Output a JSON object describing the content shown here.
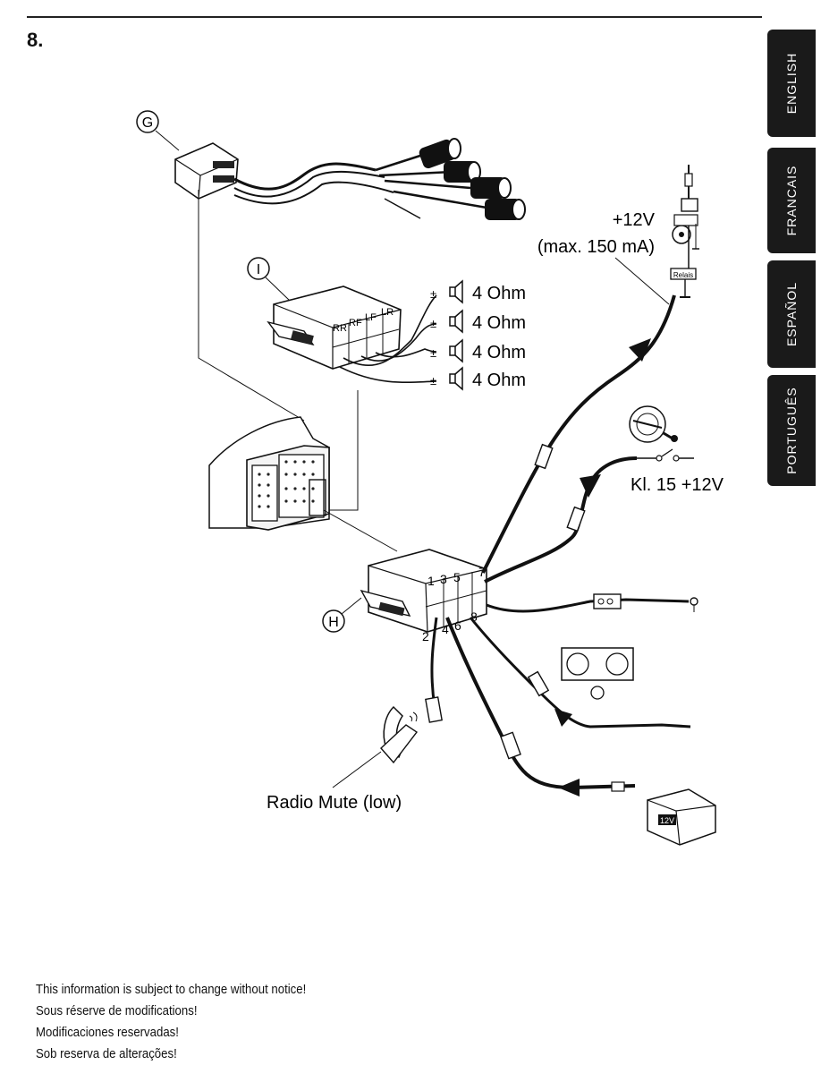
{
  "section_number": "8.",
  "language_tabs": [
    {
      "label": "ENGLISH"
    },
    {
      "label": "FRANCAIS"
    },
    {
      "label": "ESPAÑOL"
    },
    {
      "label": "PORTUGUÊS"
    }
  ],
  "diagram": {
    "callouts": {
      "g": "G",
      "i": "I",
      "h": "H"
    },
    "speaker_channels": [
      "RR",
      "RF",
      "LF",
      "LR"
    ],
    "speaker_impedance": [
      "4 Ohm",
      "4 Ohm",
      "4 Ohm",
      "4 Ohm"
    ],
    "antenna_voltage": "+12V",
    "antenna_current": "(max. 150 mA)",
    "relay_label": "Relais",
    "ignition_label": "Kl. 15 +12V",
    "mute_label": "Radio Mute  (low)",
    "battery_label": "12V",
    "connector_pins": [
      "1",
      "2",
      "3",
      "4",
      "5",
      "6",
      "7",
      "8"
    ]
  },
  "footer": {
    "lines": [
      "This information is subject to change without notice!",
      "Sous réserve de modifications!",
      "Modificaciones reservadas!",
      "Sob reserva de alterações!"
    ]
  }
}
